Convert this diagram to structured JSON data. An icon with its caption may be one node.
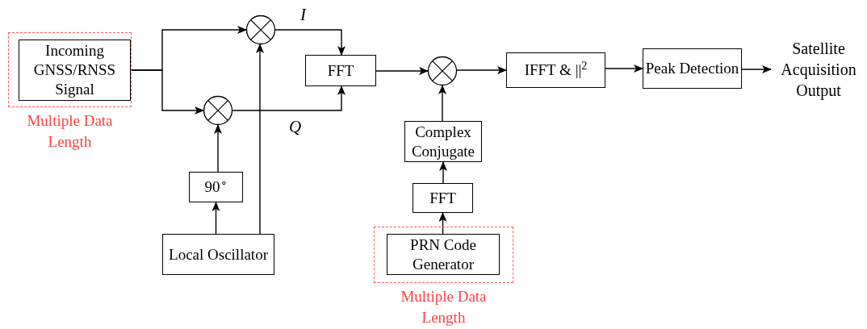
{
  "diagram": {
    "nodes": [
      {
        "text": [
          "Multiple Data Length"
        ]
      },
      {
        "text": [
          "Incoming GNSS/RNSS Signal"
        ],
        "in": 0
      },
      {
        "text": [],
        "shape": "circle"
      },
      {
        "text": [],
        "shape": "circle"
      },
      {
        "text": [
          "90$^{∘}$"
        ]
      },
      {
        "text": [
          "Local Oscillator"
        ]
      },
      {
        "text": [
          "FFT"
        ]
      },
      {
        "text": [],
        "shape": "circle"
      },
      {
        "text": [
          "IFFT &  ||$^{2}$"
        ]
      },
      {
        "text": [
          "Peak Detection"
        ]
      },
      {
        "text": [
          "Satellite Acquisition Output"
        ]
      },
      {
        "text": [
          "Complex Conjugate"
        ]
      },
      {
        "text": [
          "FFT"
        ]
      },
      {
        "text": [
          "Multiple Data Length"
        ]
      },
      {
        "text": [
          "PRN Code Generator"
        ],
        "in": 13
      }
    ],
    "edges": [
      {
        "from": 1,
        "to": 2,
        "arrow": "to"
      },
      {
        "from": 1,
        "to": 3,
        "arrow": "to"
      },
      {
        "from": 5,
        "to": 2,
        "arrow": "to"
      },
      {
        "from": 5,
        "to": 4,
        "arrow": "to"
      },
      {
        "from": 4,
        "to": 3,
        "arrow": "to"
      },
      {
        "from": 2,
        "to": 6,
        "arrow": "to",
        "label": "I"
      },
      {
        "from": 3,
        "to": 6,
        "arrow": "to",
        "label": "Q"
      },
      {
        "from": 6,
        "to": 7,
        "arrow": "to"
      },
      {
        "from": 7,
        "to": 8,
        "arrow": "to"
      },
      {
        "from": 8,
        "to": 9,
        "arrow": "to"
      },
      {
        "from": 9,
        "to": 10,
        "arrow": "to"
      },
      {
        "from": 11,
        "to": 7,
        "arrow": "to"
      },
      {
        "from": 12,
        "to": 11,
        "arrow": "to"
      },
      {
        "from": 14,
        "to": 12,
        "arrow": "to"
      }
    ]
  }
}
